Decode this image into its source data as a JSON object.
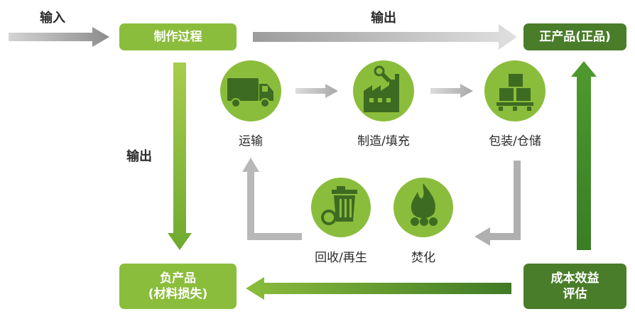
{
  "labels": {
    "input": "输入",
    "output_top": "输出",
    "output_left": "输出"
  },
  "nodes": {
    "process": "制作过程",
    "good_product": "正产品(正品)",
    "bad_product_line1": "负产品",
    "bad_product_line2": "(材料损失)",
    "cost_eval_line1": "成本效益",
    "cost_eval_line2": "评估"
  },
  "cycle": {
    "transport": "运输",
    "manufacture": "制造/填充",
    "packaging": "包装/仓储",
    "recycle": "回收/再生",
    "incinerate": "焚化"
  },
  "icons": {
    "transport": "truck-icon",
    "manufacture": "factory-wrench-icon",
    "packaging": "boxes-pallet-icon",
    "recycle": "recycle-bin-icon",
    "incinerate": "fire-icon"
  },
  "colors": {
    "light_green": "#8bbd3c",
    "dark_green": "#4a7d2a",
    "grey_arrow": "#b8b8b8"
  }
}
